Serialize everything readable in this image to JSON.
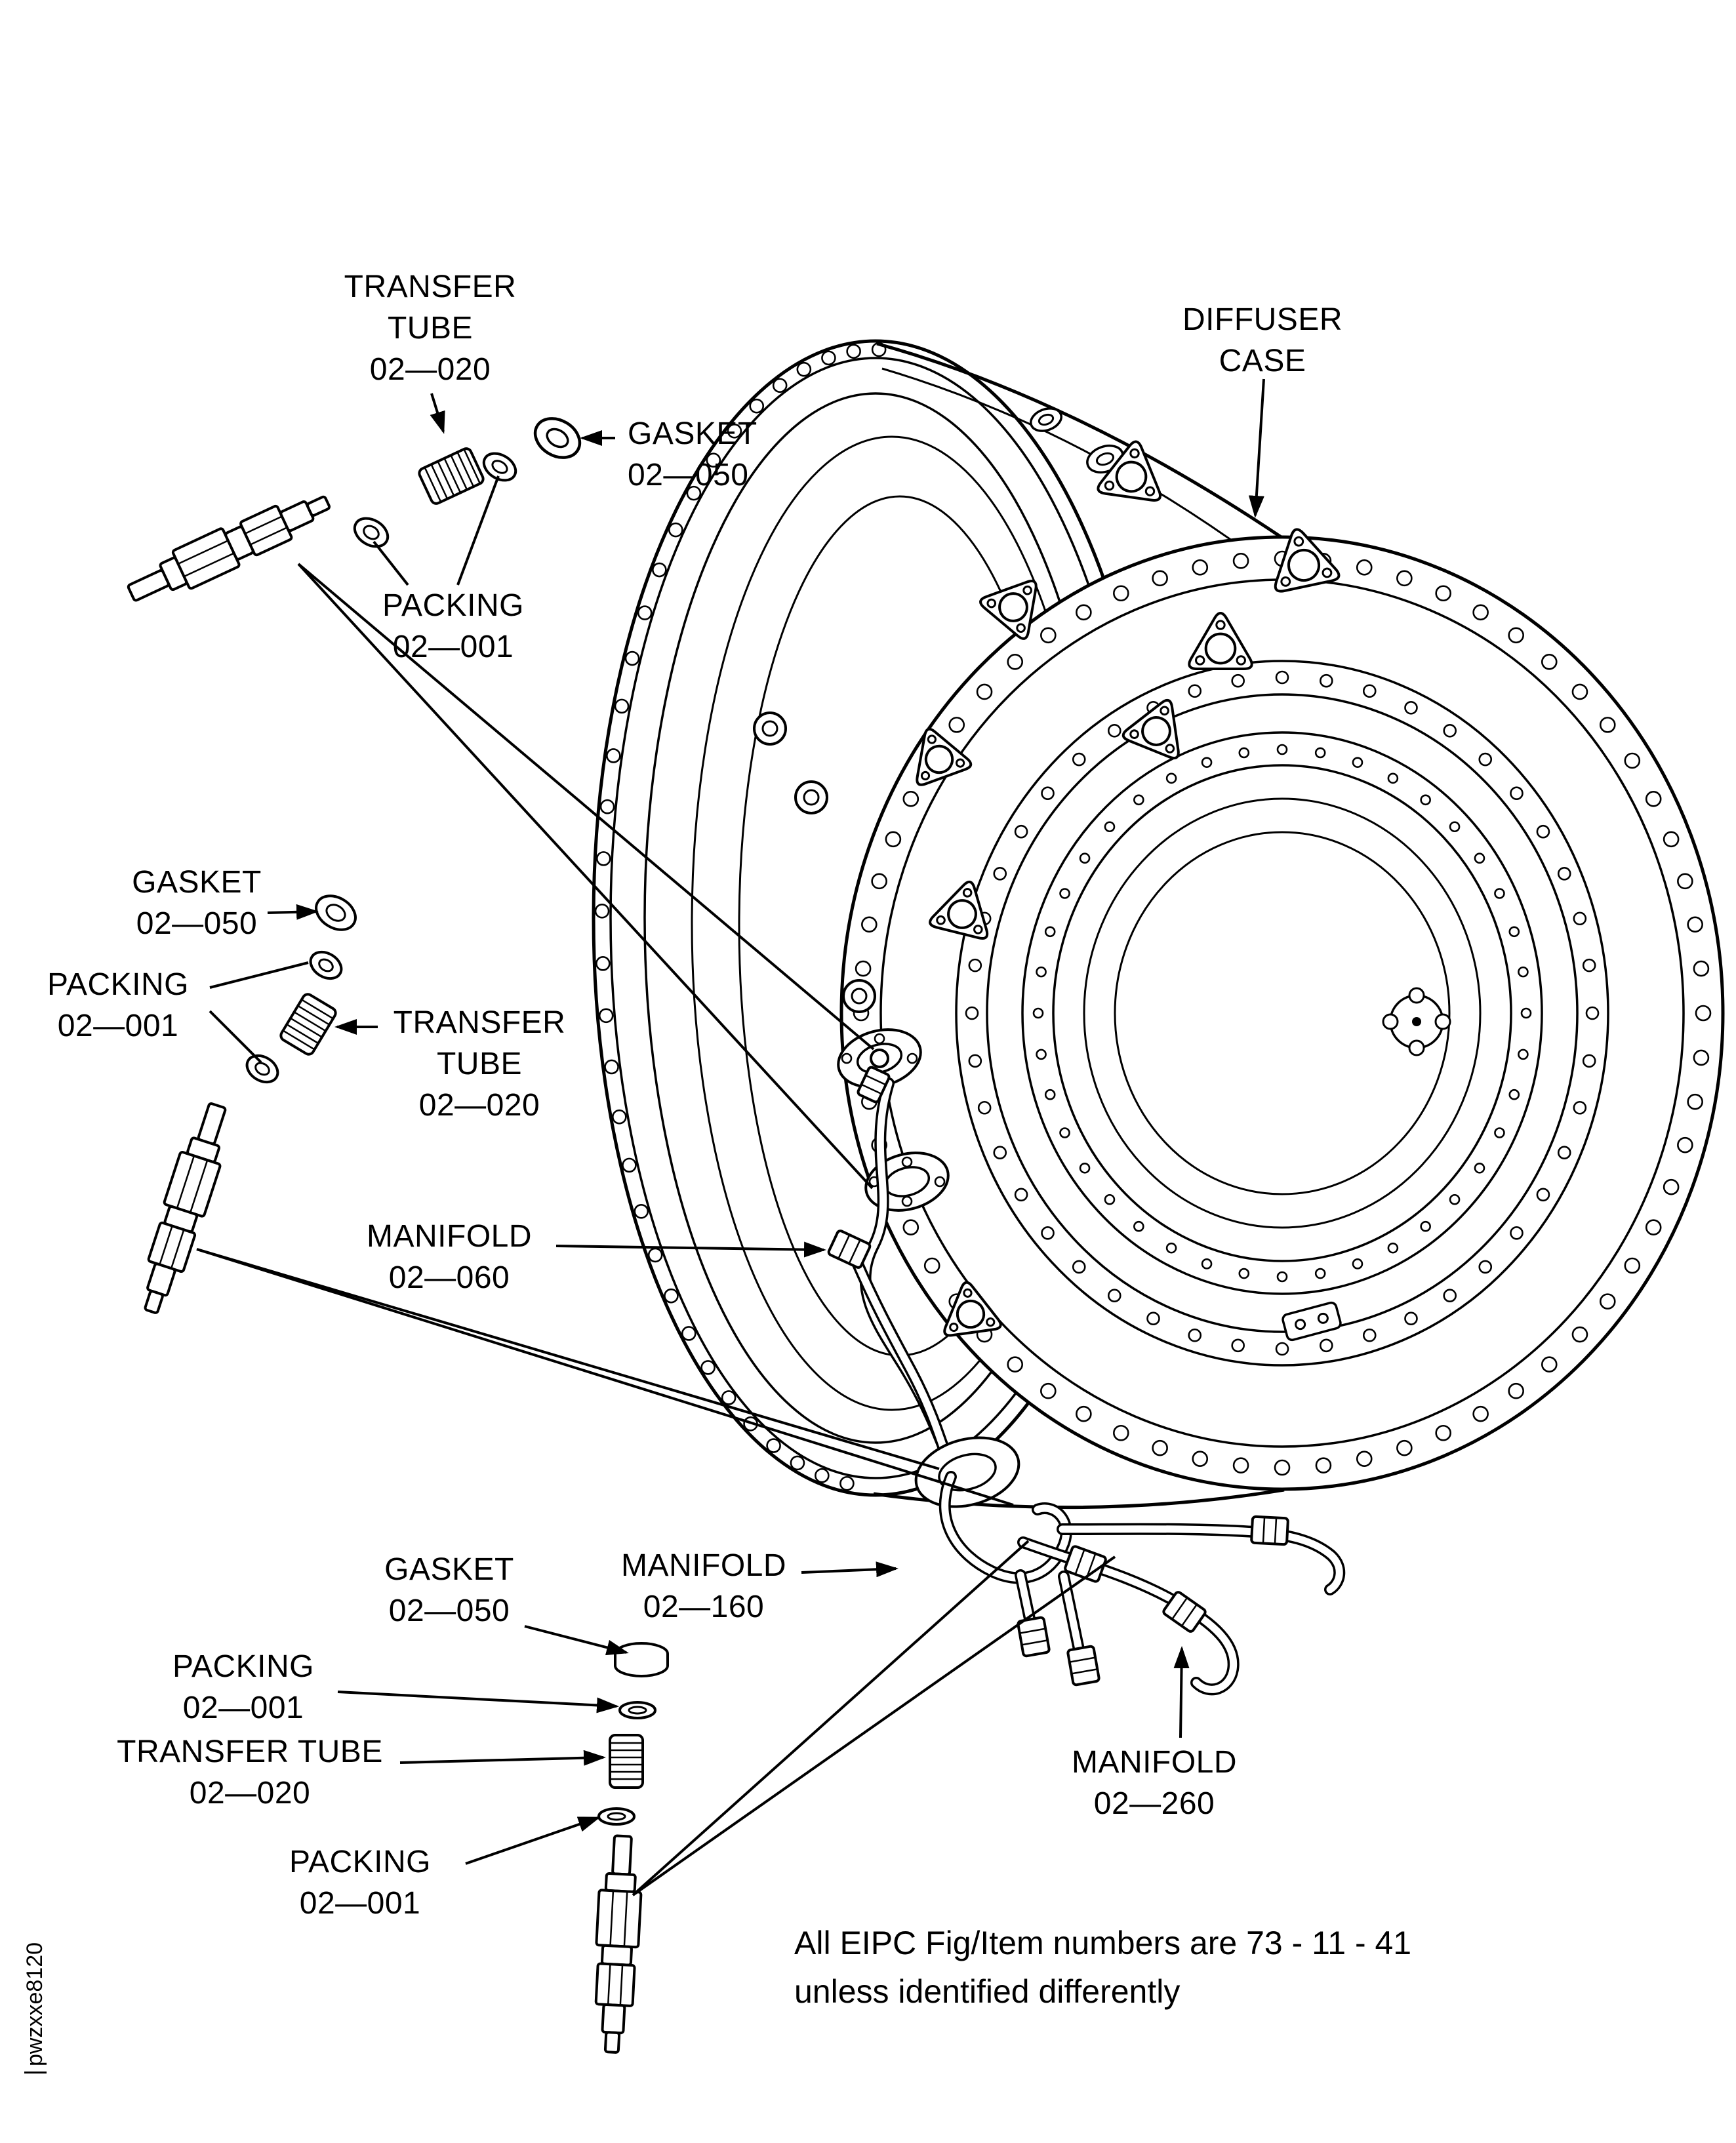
{
  "doc": {
    "note_line1": "All EIPC Fig/Item numbers are 73 - 11 - 41",
    "note_line2": "unless identified differently",
    "watermark": "pwzxxe8120"
  },
  "labels": {
    "transfer_tube_top": [
      "TRANSFER",
      "TUBE",
      "02—020"
    ],
    "gasket_top": [
      "GASKET",
      "02—050"
    ],
    "packing_top": [
      "PACKING",
      "02—001"
    ],
    "diffuser_case": [
      "DIFFUSER",
      "CASE"
    ],
    "gasket_mid": [
      "GASKET",
      "02—050"
    ],
    "packing_mid": [
      "PACKING",
      "02—001"
    ],
    "transfer_tube_mid": [
      "TRANSFER",
      "TUBE",
      "02—020"
    ],
    "manifold_060": [
      "MANIFOLD",
      "02—060"
    ],
    "gasket_bottom": [
      "GASKET",
      "02—050"
    ],
    "packing_bottom_1": [
      "PACKING",
      "02—001"
    ],
    "transfer_tube_bottom": [
      "TRANSFER TUBE",
      "02—020"
    ],
    "packing_bottom_2": [
      "PACKING",
      "02—001"
    ],
    "manifold_160": [
      "MANIFOLD",
      "02—160"
    ],
    "manifold_260": [
      "MANIFOLD",
      "02—260"
    ]
  }
}
